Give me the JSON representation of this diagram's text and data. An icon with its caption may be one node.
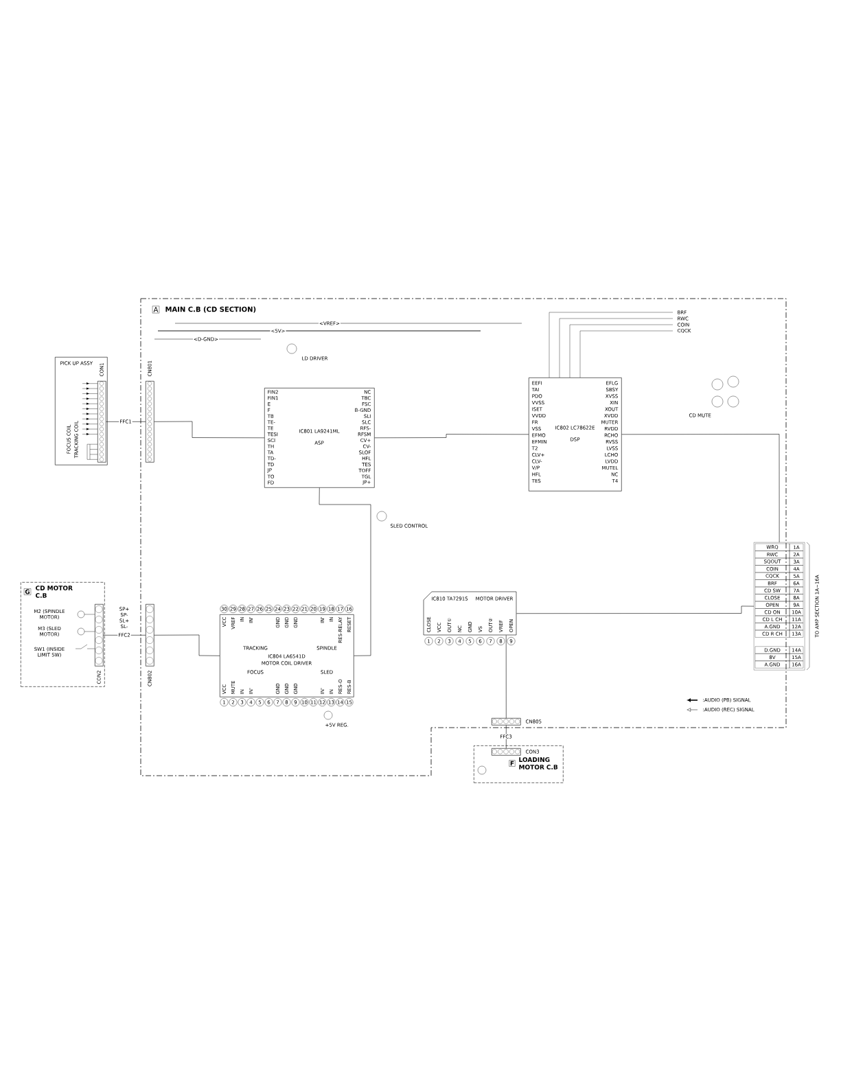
{
  "diagram": {
    "nodes": [
      {
        "text": [
          "A",
          "MAIN C.B (CD SECTION)"
        ]
      },
      {
        "text": [
          "PICK UP ASSY"
        ]
      },
      {
        "text": [
          "CON1"
        ],
        "in": 1
      },
      {
        "text": [
          "CN801"
        ],
        "in": 0
      },
      {
        "text": [
          "IC801 LA9241ML",
          "ASP"
        ],
        "in": 0
      },
      {
        "text": [
          "IC802 LC78622E",
          "DSP"
        ],
        "in": 0
      },
      {
        "text": [
          "G",
          "CD MOTOR C.B"
        ]
      },
      {
        "text": [
          "CON2"
        ],
        "in": 6
      },
      {
        "text": [
          "CN802"
        ],
        "in": 0
      },
      {
        "text": [
          "IC804 LA6541D",
          "MOTOR COIL DRIVER"
        ],
        "in": 0
      },
      {
        "text": [
          "IC810 TA7291S",
          "MOTOR DRIVER"
        ],
        "in": 0
      },
      {
        "text": [
          "CN805"
        ],
        "in": 0
      },
      {
        "text": [
          "F",
          "LOADING MOTOR C.B"
        ]
      },
      {
        "text": [
          "CON3"
        ],
        "in": 12
      },
      {
        "text": [],
        "shape": "box",
        "beside": [
          "TO AMP SECTION 1A~16A"
        ]
      }
    ],
    "edges": [
      {
        "from": 2,
        "to": 3,
        "arrow": "none",
        "label": "FFC1"
      },
      {
        "from": 3,
        "to": 4,
        "arrow": "none"
      },
      {
        "from": 4,
        "to": 5,
        "arrow": "none"
      },
      {
        "from": 5,
        "to": 14,
        "arrow": "none"
      },
      {
        "from": 7,
        "to": 8,
        "arrow": "none",
        "label": "FFC2"
      },
      {
        "from": 8,
        "to": 9,
        "arrow": "none"
      },
      {
        "from": 4,
        "to": 9,
        "arrow": "none"
      },
      {
        "from": 10,
        "to": 14,
        "arrow": "none"
      },
      {
        "from": 10,
        "to": 11,
        "arrow": "none"
      },
      {
        "from": 11,
        "to": 13,
        "arrow": "none",
        "label": "FFC3"
      }
    ],
    "labels": [
      "<VREF>",
      "<5V>",
      "<D-GND>",
      "LD DRIVER",
      "BRF",
      "RWC",
      "COIN",
      "CQCK",
      "FIN2",
      "FIN1",
      "E",
      "F",
      "TB",
      "TE-",
      "TE",
      "TESI",
      "SCI",
      "TH",
      "TA",
      "TD-",
      "TD",
      "JP",
      "TO",
      "FD",
      "NC",
      "TBC",
      "FSC",
      "B-GND",
      "SLI",
      "SLC",
      "RFS-",
      "RFSM",
      "CV+",
      "CV-",
      "SLOF",
      "HFL",
      "TES",
      "TOFF",
      "TGL",
      "JP+",
      "EEFI",
      "TAI",
      "PDO",
      "VVSS",
      "ISET",
      "VVDD",
      "FR",
      "VSS",
      "EFMO",
      "EFMIN",
      "T2",
      "CLV+",
      "CLV-",
      "V/P",
      "HFL",
      "TES",
      "EFLG",
      "SBSY",
      "XVSS",
      "XIN",
      "XOUT",
      "XVDD",
      "MUTER",
      "RVDD",
      "RCHO",
      "RVSS",
      "LVSS",
      "LCHO",
      "LVDD",
      "MUTEL",
      "NC",
      "T4",
      "CD MUTE",
      "SLED CONTROL",
      "FOCUS COIL",
      "TRACKING COIL",
      "M2 (SPINDLE MOTOR)",
      "M3 (SLED MOTOR)",
      "SW1 (INSIDE LIMIT SW)",
      "SP+",
      "SP-",
      "SL+",
      "SL-",
      "30",
      "29",
      "28",
      "27",
      "26",
      "25",
      "24",
      "23",
      "22",
      "21",
      "20",
      "19",
      "18",
      "17",
      "16",
      "VCC",
      "VREF",
      "IN",
      "IN'",
      "GND",
      "GND",
      "GND",
      "IN'",
      "IN",
      "RES-RELAY",
      "RESET",
      "TRACKING",
      "SPINDLE",
      "FOCUS",
      "SLED",
      "VCC",
      "MUTE",
      "IN",
      "IN'",
      "GND",
      "GND",
      "GND",
      "IN'",
      "IN",
      "RES-O",
      "RES-B",
      "1",
      "2",
      "3",
      "4",
      "5",
      "6",
      "7",
      "8",
      "9",
      "10",
      "11",
      "12",
      "13",
      "14",
      "15",
      "CLOSE",
      "VCC",
      "OUT①",
      "NC",
      "GND",
      "VS",
      "OUT②",
      "VREF",
      "OPEN",
      "1",
      "2",
      "3",
      "4",
      "5",
      "6",
      "7",
      "8",
      "9",
      "+5V REG.",
      "WRQ",
      "1A",
      "RWC",
      "2A",
      "SQOUT",
      "3A",
      "COIN",
      "4A",
      "CQCK",
      "5A",
      "BRF",
      "6A",
      "CD SW",
      "7A",
      "CLOSE",
      "8A",
      "OPEN",
      "9A",
      "CD ON",
      "10A",
      "CD L CH",
      "11A",
      "A.GND",
      "12A",
      "CD R CH",
      "13A",
      "D.GND",
      "14A",
      "8V",
      "15A",
      "A.GND",
      "16A"
    ],
    "legend": [
      {
        "text": ":AUDIO (PB) SIGNAL"
      },
      {
        "text": ":AUDIO (REC) SIGNAL"
      }
    ]
  }
}
